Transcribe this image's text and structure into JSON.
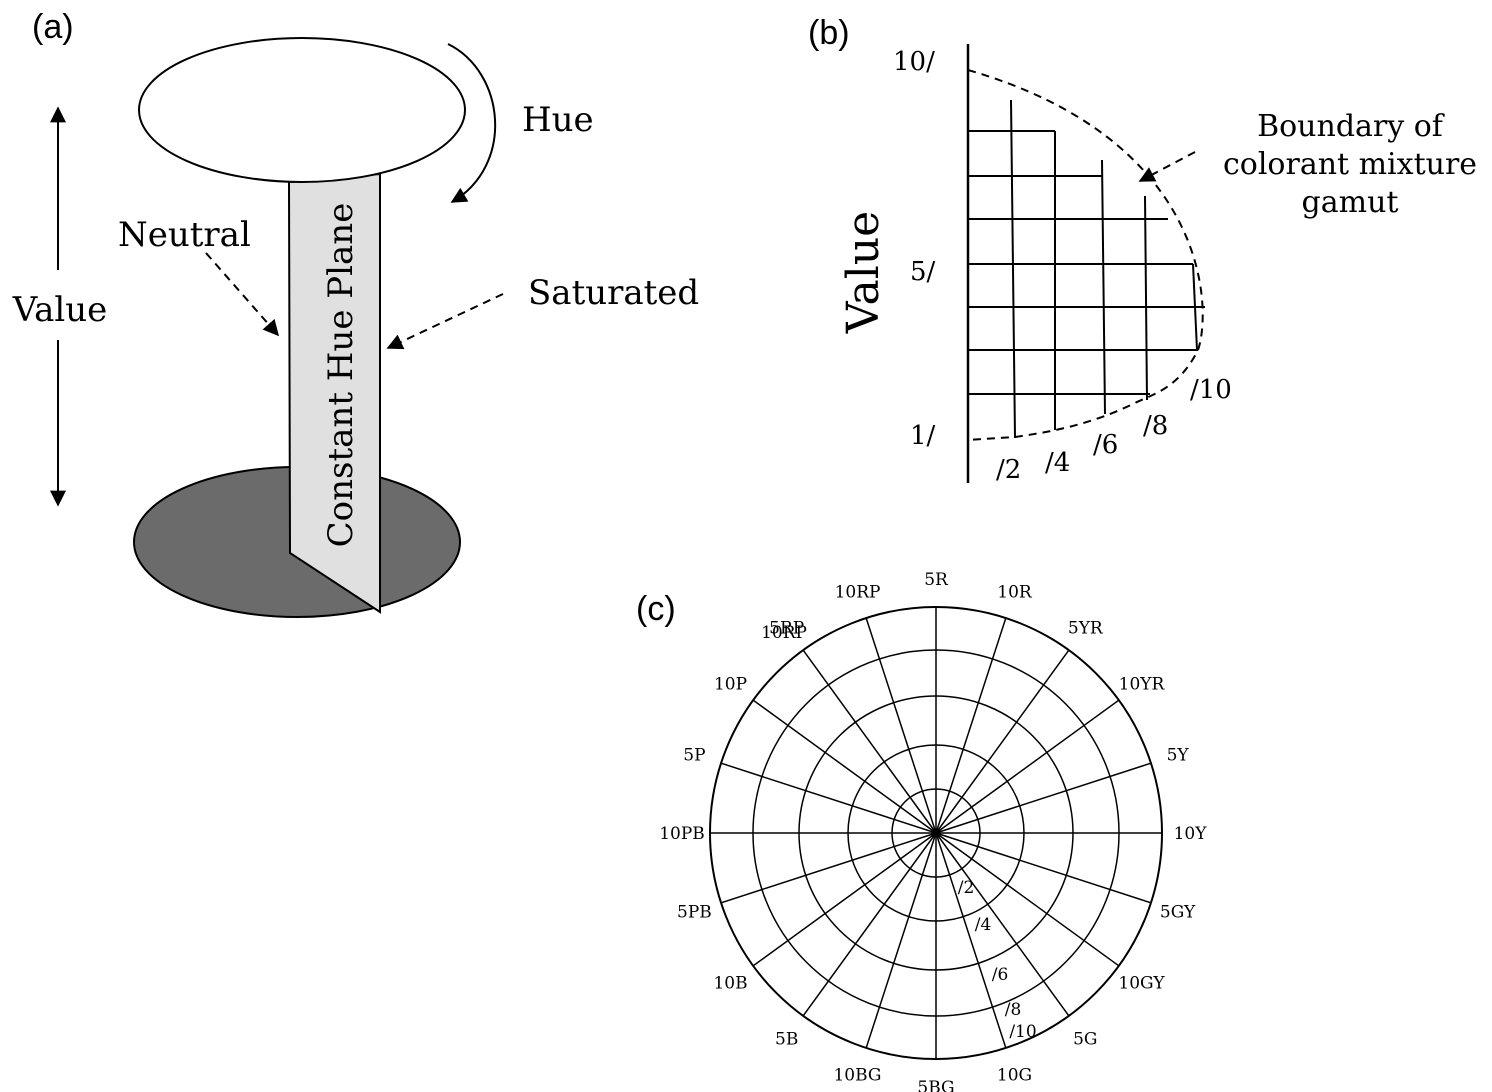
{
  "panel_a": {
    "panel_label": "(a)",
    "hue_label": "Hue",
    "value_label": "Value",
    "neutral_label": "Neutral",
    "saturated_label": "Saturated",
    "plane_label": "Constant Hue Plane",
    "colors": {
      "plane_fill": "#e0e0e0",
      "base_fill": "#6b6b6b",
      "top_fill": "#ffffff"
    }
  },
  "panel_b": {
    "panel_label": "(b)",
    "axis_label": "Value",
    "value_ticks": [
      "10/",
      "5/",
      "1/"
    ],
    "chroma_ticks": [
      "/2",
      "/4",
      "/6",
      "/8",
      "/10"
    ],
    "boundary_label_lines": [
      "Boundary of",
      "colorant mixture",
      "gamut"
    ]
  },
  "panel_c": {
    "panel_label": "(c)",
    "hues": [
      "5R",
      "10R",
      "5YR",
      "10YR",
      "5Y",
      "10Y",
      "5GY",
      "10GY",
      "5G",
      "10G",
      "5BG",
      "10BG",
      "5B",
      "10B",
      "5PB",
      "10PB",
      "5P",
      "10P",
      "5RP",
      "10RP"
    ],
    "duplicate_label": "10RP",
    "chroma_labels": [
      "/2",
      "/4",
      "/6",
      "/8",
      "/10"
    ]
  }
}
